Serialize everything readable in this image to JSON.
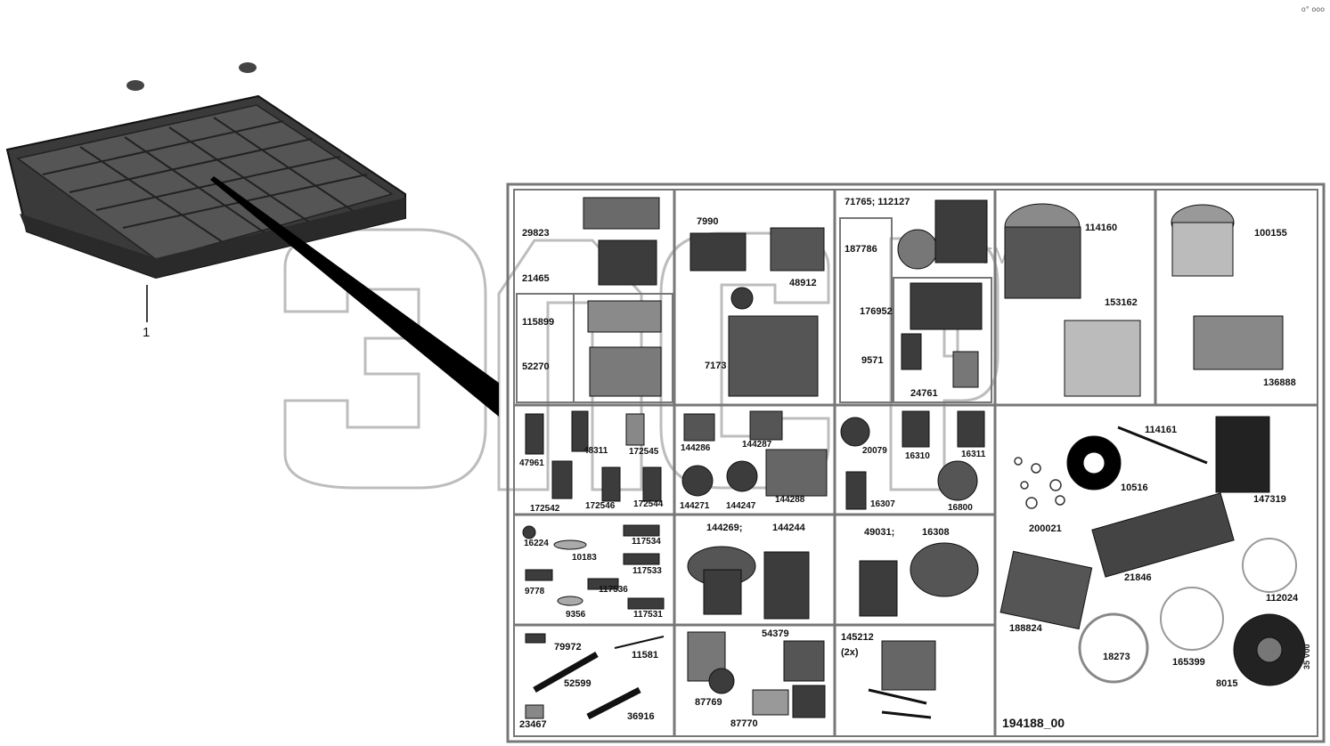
{
  "corner_mark": "o° ooo",
  "vertical_code": "35 V00",
  "callout": "1",
  "drawing_number": "194188_00",
  "watermark": {
    "letters": "ЭЛСР",
    "tm": "TM"
  },
  "part_labels": [
    {
      "id": "p29823",
      "text": "29823"
    },
    {
      "id": "p21465",
      "text": "21465"
    },
    {
      "id": "p7990",
      "text": "7990"
    },
    {
      "id": "p48912",
      "text": "48912"
    },
    {
      "id": "p71765",
      "text": "71765; 112127"
    },
    {
      "id": "p187786",
      "text": "187786"
    },
    {
      "id": "p176952",
      "text": "176952"
    },
    {
      "id": "p9571",
      "text": "9571"
    },
    {
      "id": "p24761",
      "text": "24761"
    },
    {
      "id": "p114160",
      "text": "114160"
    },
    {
      "id": "p153162",
      "text": "153162"
    },
    {
      "id": "p100155",
      "text": "100155"
    },
    {
      "id": "p136888",
      "text": "136888"
    },
    {
      "id": "p115899",
      "text": "115899"
    },
    {
      "id": "p52270",
      "text": "52270"
    },
    {
      "id": "p7173",
      "text": "7173"
    },
    {
      "id": "p47961",
      "text": "47961"
    },
    {
      "id": "p48311",
      "text": "48311"
    },
    {
      "id": "p172545",
      "text": "172545"
    },
    {
      "id": "p172542",
      "text": "172542"
    },
    {
      "id": "p172546",
      "text": "172546"
    },
    {
      "id": "p172544",
      "text": "172544"
    },
    {
      "id": "p144286",
      "text": "144286"
    },
    {
      "id": "p144287",
      "text": "144287"
    },
    {
      "id": "p144271",
      "text": "144271"
    },
    {
      "id": "p144247",
      "text": "144247"
    },
    {
      "id": "p144288",
      "text": "144288"
    },
    {
      "id": "p20079",
      "text": "20079"
    },
    {
      "id": "p16310",
      "text": "16310"
    },
    {
      "id": "p16311",
      "text": "16311"
    },
    {
      "id": "p16307",
      "text": "16307"
    },
    {
      "id": "p16800",
      "text": "16800"
    },
    {
      "id": "p114161",
      "text": "114161"
    },
    {
      "id": "p10516",
      "text": "10516"
    },
    {
      "id": "p147319",
      "text": "147319"
    },
    {
      "id": "p200021",
      "text": "200021"
    },
    {
      "id": "p16224",
      "text": "16224"
    },
    {
      "id": "p117534",
      "text": "117534"
    },
    {
      "id": "p10183",
      "text": "10183"
    },
    {
      "id": "p117533",
      "text": "117533"
    },
    {
      "id": "p9778",
      "text": "9778"
    },
    {
      "id": "p117536",
      "text": "117536"
    },
    {
      "id": "p9356",
      "text": "9356"
    },
    {
      "id": "p117531",
      "text": "117531"
    },
    {
      "id": "p144269",
      "text": "144269;"
    },
    {
      "id": "p144244",
      "text": "144244"
    },
    {
      "id": "p49031",
      "text": "49031;"
    },
    {
      "id": "p16308",
      "text": "16308"
    },
    {
      "id": "p21846",
      "text": "21846"
    },
    {
      "id": "p112024",
      "text": "112024"
    },
    {
      "id": "p188824",
      "text": "188824"
    },
    {
      "id": "p79972",
      "text": "79972"
    },
    {
      "id": "p11581",
      "text": "11581"
    },
    {
      "id": "p52599",
      "text": "52599"
    },
    {
      "id": "p23467",
      "text": "23467"
    },
    {
      "id": "p36916",
      "text": "36916"
    },
    {
      "id": "p54379",
      "text": "54379"
    },
    {
      "id": "p87769",
      "text": "87769"
    },
    {
      "id": "p87770",
      "text": "87770"
    },
    {
      "id": "p145212",
      "text": "145212"
    },
    {
      "id": "p2x",
      "text": "(2x)"
    },
    {
      "id": "p18273",
      "text": "18273"
    },
    {
      "id": "p165399",
      "text": "165399"
    },
    {
      "id": "p8015",
      "text": "8015"
    }
  ]
}
